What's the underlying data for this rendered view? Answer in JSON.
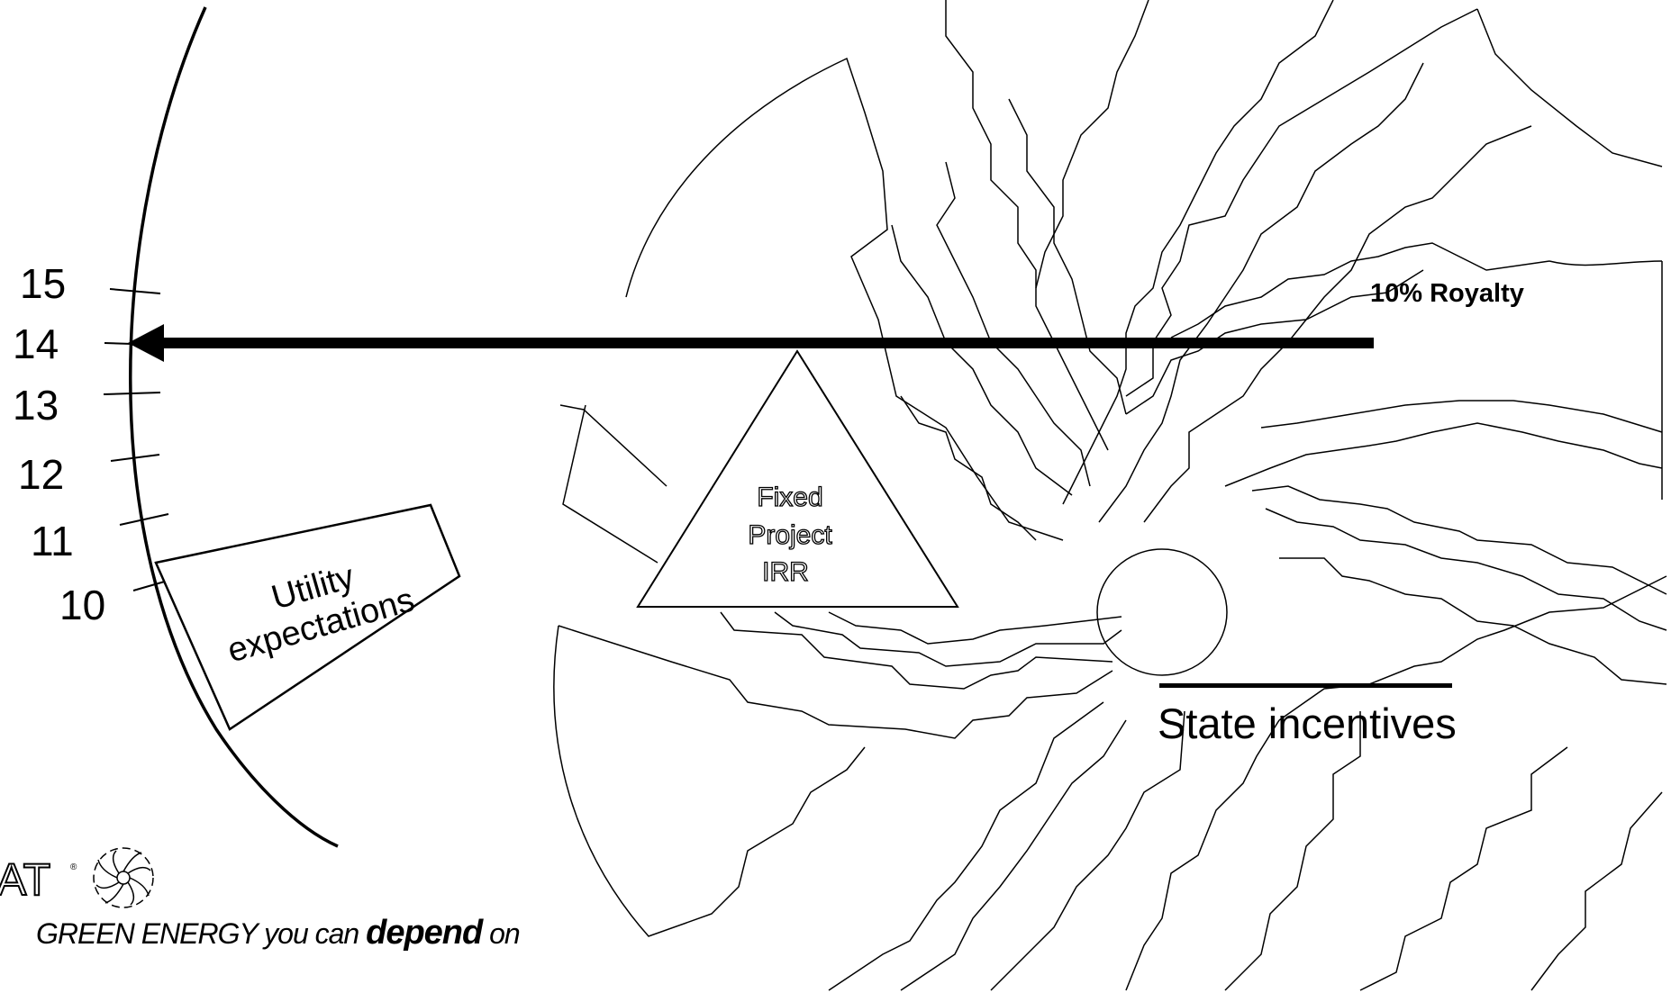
{
  "gauge": {
    "ticks": [
      "15",
      "14",
      "13",
      "12",
      "11",
      "10"
    ],
    "pointer_value": "14"
  },
  "labels": {
    "royalty": "10% Royalty",
    "state_incentives": "State incentives",
    "utility_line1": "Utility",
    "utility_line2": "expectations",
    "irr_line1": "Fixed",
    "irr_line2": "Project",
    "irr_line3": "IRR"
  },
  "logo": {
    "mark": "AT",
    "tagline_part1": "GREEN ENERGY you can ",
    "tagline_part2": "depend",
    "tagline_part3": " on",
    "icon": "spiral-turbine-icon"
  },
  "colors": {
    "ink": "#000000",
    "background": "#ffffff"
  }
}
